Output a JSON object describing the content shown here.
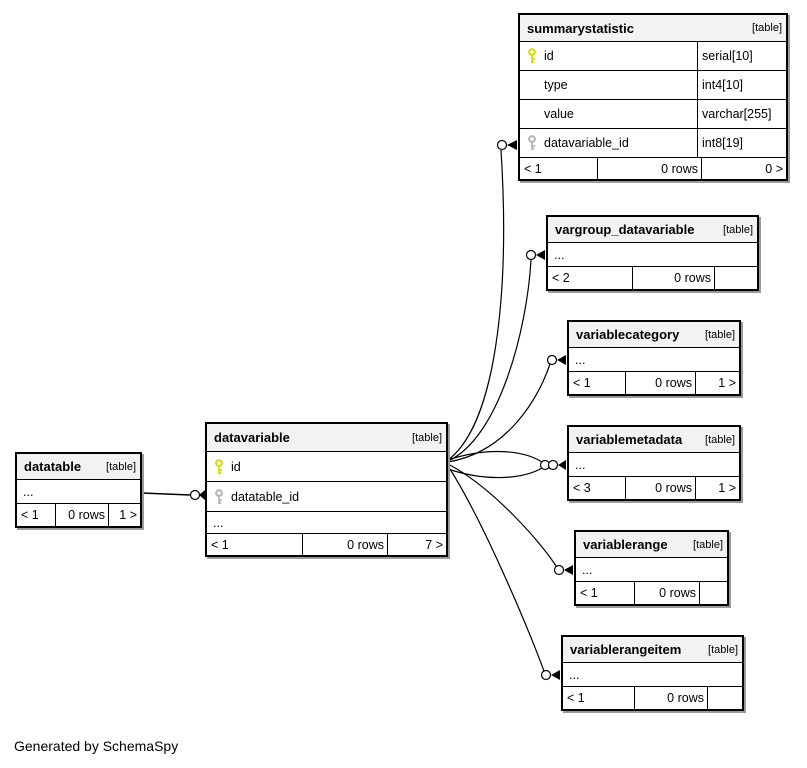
{
  "page": {
    "note": "Generated by SchemaSpy"
  },
  "colors": {
    "table_header_bg": "#f2f2f2",
    "table_border": "#000000",
    "shadow": "#9a9a9a",
    "primary_key": "#d9d900",
    "foreign_key": "#b5b5b5"
  },
  "icons": {
    "primary_key": "key-icon",
    "foreign_key": "key-icon"
  },
  "tables": {
    "summarystatistic": {
      "name": "summarystatistic",
      "tag": "[table]",
      "columns": [
        {
          "name": "id",
          "type": "serial[10]",
          "key": "primary"
        },
        {
          "name": "type",
          "type": "int4[10]",
          "key": ""
        },
        {
          "name": "value",
          "type": "varchar[255]",
          "key": ""
        },
        {
          "name": "datavariable_id",
          "type": "int8[19]",
          "key": "foreign"
        }
      ],
      "footer": {
        "children": "< 1",
        "rows": "0 rows",
        "parents": "0 >"
      }
    },
    "vargroup_datavariable": {
      "name": "vargroup_datavariable",
      "tag": "[table]",
      "ellipsis": "...",
      "footer": {
        "children": "< 2",
        "rows": "0 rows",
        "parents": ""
      }
    },
    "variablecategory": {
      "name": "variablecategory",
      "tag": "[table]",
      "ellipsis": "...",
      "footer": {
        "children": "< 1",
        "rows": "0 rows",
        "parents": "1 >"
      }
    },
    "variablemetadata": {
      "name": "variablemetadata",
      "tag": "[table]",
      "ellipsis": "...",
      "footer": {
        "children": "< 3",
        "rows": "0 rows",
        "parents": "1 >"
      }
    },
    "variablerange": {
      "name": "variablerange",
      "tag": "[table]",
      "ellipsis": "...",
      "footer": {
        "children": "< 1",
        "rows": "0 rows",
        "parents": ""
      }
    },
    "variablerangeitem": {
      "name": "variablerangeitem",
      "tag": "[table]",
      "ellipsis": "...",
      "footer": {
        "children": "< 1",
        "rows": "0 rows",
        "parents": ""
      }
    },
    "datavariable": {
      "name": "datavariable",
      "tag": "[table]",
      "columns": [
        {
          "name": "id",
          "key": "primary"
        },
        {
          "name": "datatable_id",
          "key": "foreign"
        }
      ],
      "ellipsis": "...",
      "footer": {
        "children": "< 1",
        "rows": "0 rows",
        "parents": "7 >"
      }
    },
    "datatable": {
      "name": "datatable",
      "tag": "[table]",
      "ellipsis": "...",
      "footer": {
        "children": "< 1",
        "rows": "0 rows",
        "parents": "1 >"
      }
    }
  },
  "relationships": [
    {
      "parent": "datatable",
      "child": "datavariable"
    },
    {
      "parent": "datavariable",
      "child": "summarystatistic"
    },
    {
      "parent": "datavariable",
      "child": "vargroup_datavariable"
    },
    {
      "parent": "datavariable",
      "child": "variablecategory"
    },
    {
      "parent": "datavariable",
      "child": "variablemetadata"
    },
    {
      "parent": "datavariable",
      "child": "variablemetadata"
    },
    {
      "parent": "datavariable",
      "child": "variablerange"
    },
    {
      "parent": "datavariable",
      "child": "variablerangeitem"
    }
  ]
}
